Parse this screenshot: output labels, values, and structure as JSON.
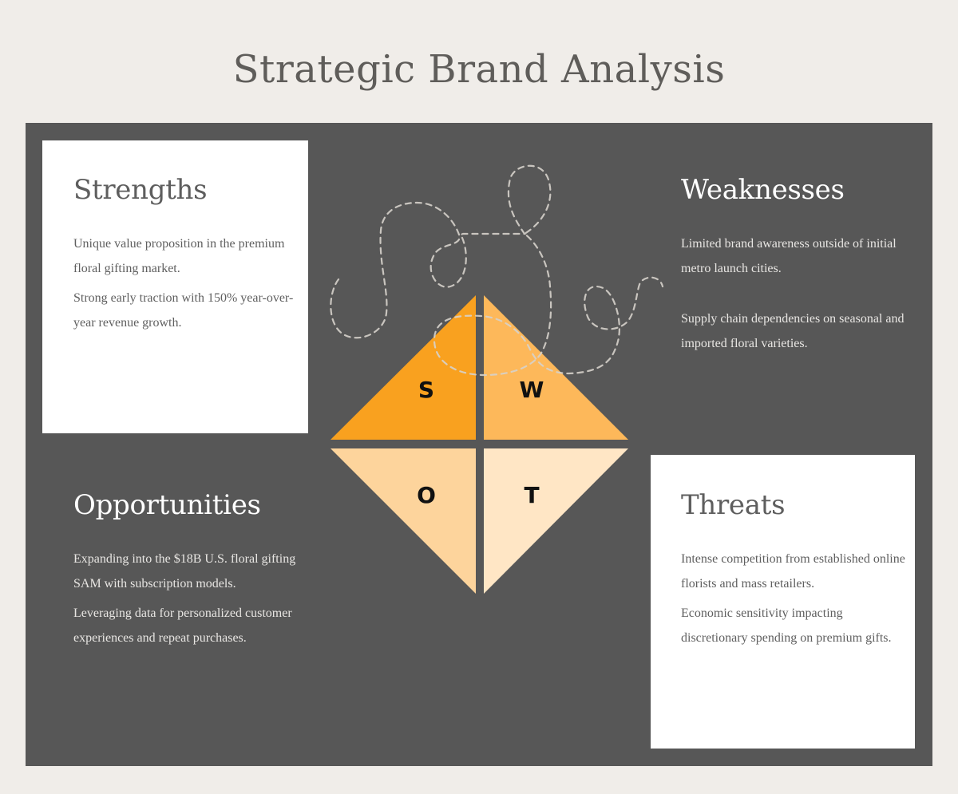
{
  "page": {
    "title": "Strategic Brand Analysis",
    "background_color": "#F0EDE9",
    "panel_color": "#575757"
  },
  "swot": {
    "strengths": {
      "title": "Strengths",
      "letter": "S",
      "color": "#F9A11F",
      "points": [
        "Unique value proposition in the premium floral gifting market.",
        "Strong early traction with 150% year-over-year revenue growth."
      ]
    },
    "weaknesses": {
      "title": "Weaknesses",
      "letter": "W",
      "color": "#FDB85A",
      "points": [
        "Limited brand awareness outside of initial metro launch cities.",
        "Supply chain dependencies on seasonal and imported floral varieties."
      ]
    },
    "opportunities": {
      "title": "Opportunities",
      "letter": "O",
      "color": "#FDD49C",
      "points": [
        "Expanding into the $18B U.S. floral gifting SAM with subscription models.",
        "Leveraging data for personalized customer experiences and repeat purchases."
      ]
    },
    "threats": {
      "title": "Threats",
      "letter": "T",
      "color": "#FFE6C5",
      "points": [
        "Intense competition from established online florists and mass retailers.",
        "Economic sensitivity impacting discretionary spending on premium gifts."
      ]
    }
  },
  "decoration": {
    "doodle_icon": "dashed-squiggle-line",
    "doodle_color": "#CFCAC4"
  }
}
